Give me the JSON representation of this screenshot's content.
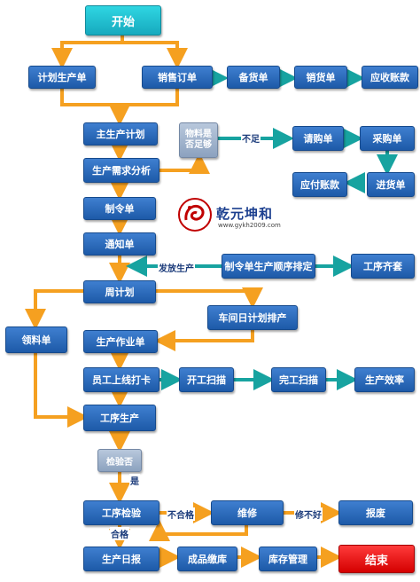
{
  "colors": {
    "orange": "#f5a020",
    "teal": "#17a3a0",
    "node": "#2a6bbd",
    "start": "#22c0d0",
    "end": "#e01010"
  },
  "nodes": {
    "start": "开始",
    "plan_production": "计划生产单",
    "sales_order": "销售订单",
    "stock_order": "备货单",
    "sales_receipt": "销货单",
    "receivable": "应收账款",
    "master_plan": "主生产计划",
    "material_check": "物料是否足够",
    "requisition": "请购单",
    "purchase_order": "采购单",
    "payable": "应付账款",
    "receiving": "进货单",
    "demand_analysis": "生产需求分析",
    "make_order": "制令单",
    "notice": "通知单",
    "sequence": "制令单生产顺序排定",
    "process_ready": "工序齐套",
    "weekly_plan": "周计划",
    "workshop_daily": "车间日计划排产",
    "picking": "领料单",
    "work_order": "生产作业单",
    "clock_in": "员工上线打卡",
    "start_scan": "开工扫描",
    "finish_scan": "完工扫描",
    "efficiency": "生产效率",
    "process_production": "工序生产",
    "inspect_q": "检验否",
    "process_inspect": "工序检验",
    "repair": "维修",
    "scrap": "报废",
    "daily_report": "生产日报",
    "product_storage": "成品缴库",
    "inventory": "库存管理",
    "end": "结束"
  },
  "edge_labels": {
    "insufficient": "不足",
    "release": "发放生产",
    "yes": "是",
    "unqualified": "不合格",
    "repair_bad": "修不好",
    "qualified": "合格"
  },
  "logo": {
    "name": "乾元坤和",
    "url": "www.gykh2009.com"
  }
}
